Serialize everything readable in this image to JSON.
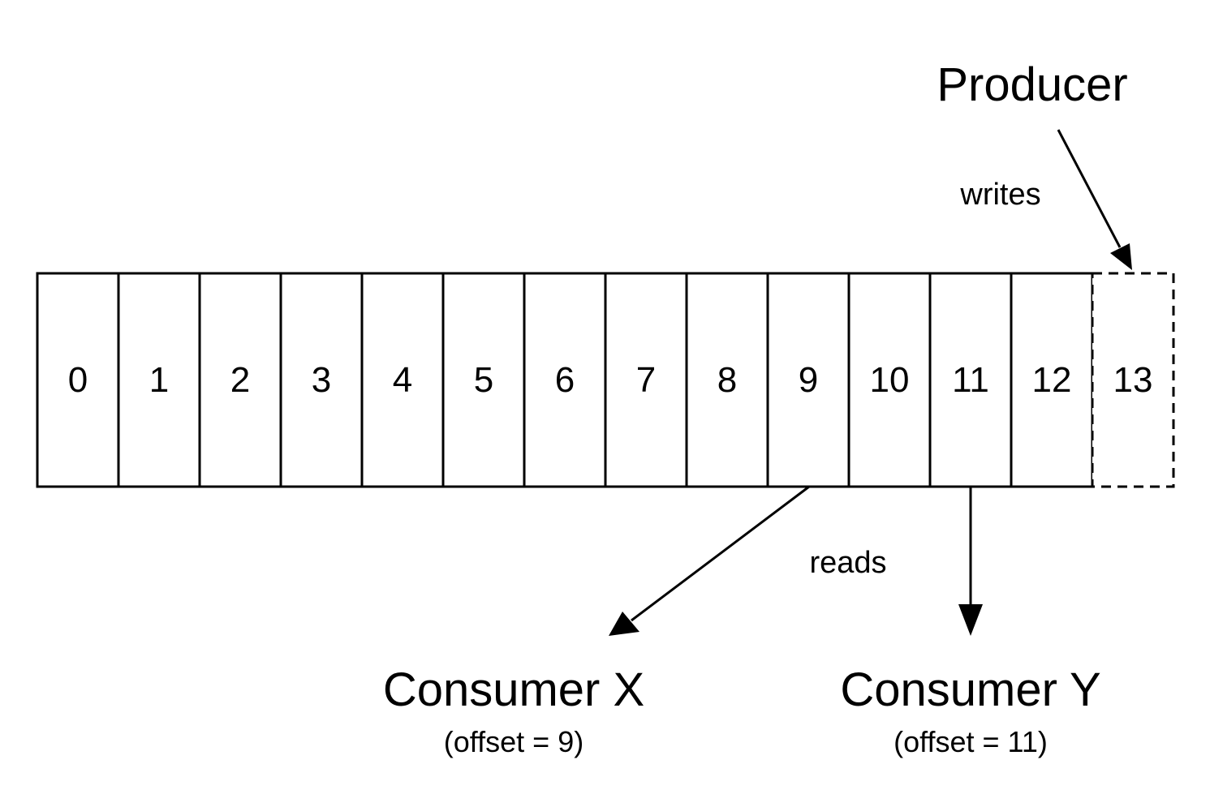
{
  "log": {
    "cells": [
      {
        "label": "0",
        "pending": false
      },
      {
        "label": "1",
        "pending": false
      },
      {
        "label": "2",
        "pending": false
      },
      {
        "label": "3",
        "pending": false
      },
      {
        "label": "4",
        "pending": false
      },
      {
        "label": "5",
        "pending": false
      },
      {
        "label": "6",
        "pending": false
      },
      {
        "label": "7",
        "pending": false
      },
      {
        "label": "8",
        "pending": false
      },
      {
        "label": "9",
        "pending": false
      },
      {
        "label": "10",
        "pending": false
      },
      {
        "label": "11",
        "pending": false
      },
      {
        "label": "12",
        "pending": false
      },
      {
        "label": "13",
        "pending": true
      }
    ]
  },
  "producer": {
    "label": "Producer",
    "action": "writes"
  },
  "consumers": {
    "action": "reads",
    "x": {
      "name": "Consumer X",
      "offset_text": "(offset = 9)"
    },
    "y": {
      "name": "Consumer Y",
      "offset_text": "(offset = 11)"
    }
  }
}
